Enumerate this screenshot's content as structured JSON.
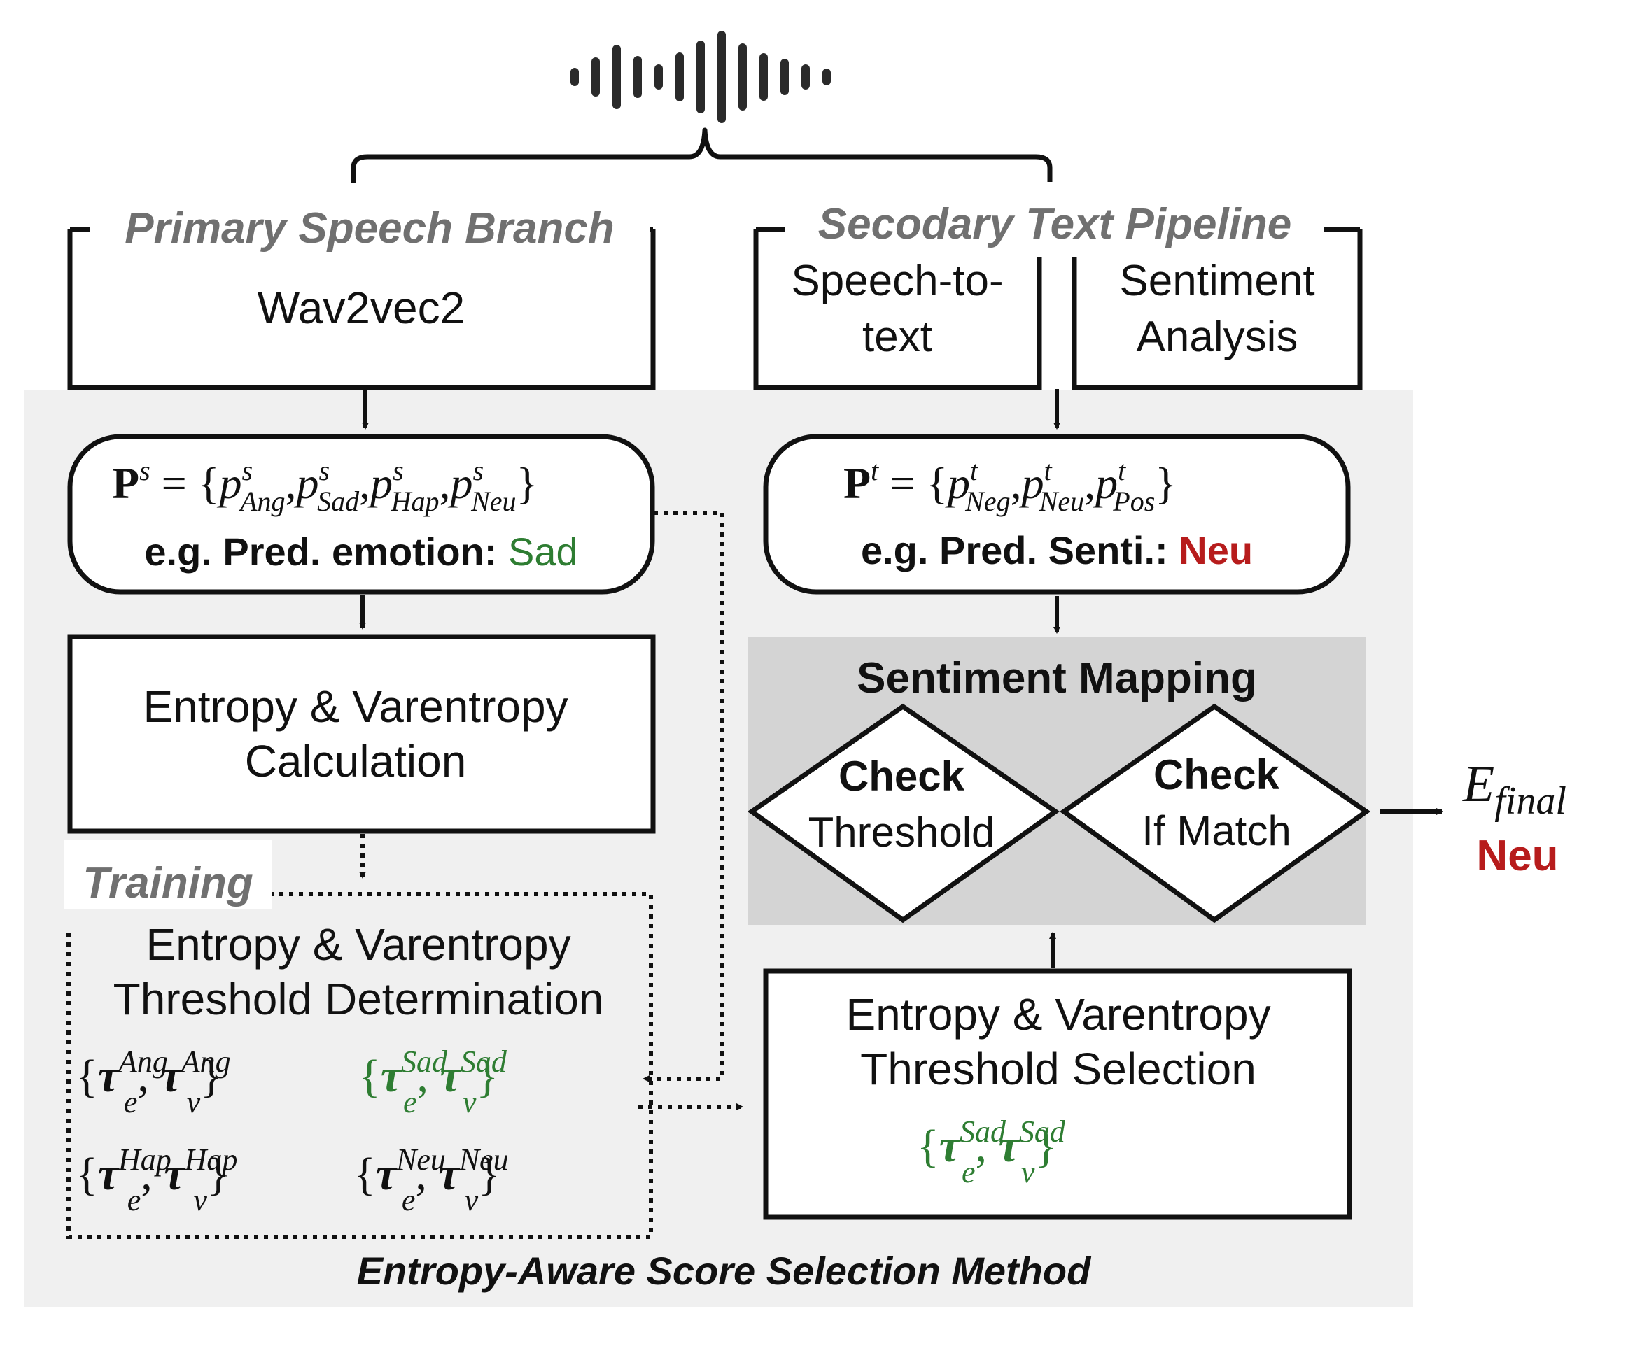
{
  "branches": {
    "primary_label": "Primary Speech Branch",
    "secondary_label": "Secodary Text Pipeline"
  },
  "primary": {
    "model": "Wav2vec2",
    "prob_set": {
      "symbol": "P",
      "sup": "s",
      "classes": [
        "Ang",
        "Sad",
        "Hap",
        "Neu"
      ]
    },
    "pred_prefix": "e.g. Pred.  emotion: ",
    "pred_value": "Sad",
    "calc_line1": "Entropy & Varentropy",
    "calc_line2": "Calculation",
    "training_label": "Training",
    "thresh_det_line1": "Entropy & Varentropy",
    "thresh_det_line2": "Threshold Determination",
    "threshold_pairs": [
      "Ang",
      "Sad",
      "Hap",
      "Neu"
    ],
    "highlight_class": "Sad"
  },
  "secondary": {
    "stt_line1": "Speech-to-",
    "stt_line2": "text",
    "sa_line1": "Sentiment",
    "sa_line2": "Analysis",
    "prob_set": {
      "symbol": "P",
      "sup": "t",
      "classes": [
        "Neg",
        "Neu",
        "Pos"
      ]
    },
    "pred_prefix": "e.g. Pred. Senti.: ",
    "pred_value": "Neu",
    "mapping_title": "Sentiment Mapping",
    "check1_line1": "Check",
    "check1_line2": "Threshold",
    "check2_line1": "Check",
    "check2_line2": "If Match",
    "select_line1": "Entropy & Varentropy",
    "select_line2": "Threshold Selection",
    "selected_class": "Sad"
  },
  "output": {
    "symbol": "E",
    "subscript": "final",
    "value": "Neu"
  },
  "method_label": "Entropy-Aware Score Selection Method",
  "colors": {
    "green": "#2e7d32",
    "red": "#b71c1c",
    "panel": "#f0f0f0",
    "mapping_bg": "#d4d4d4",
    "branch_label": "#707070",
    "stroke": "#111111"
  }
}
